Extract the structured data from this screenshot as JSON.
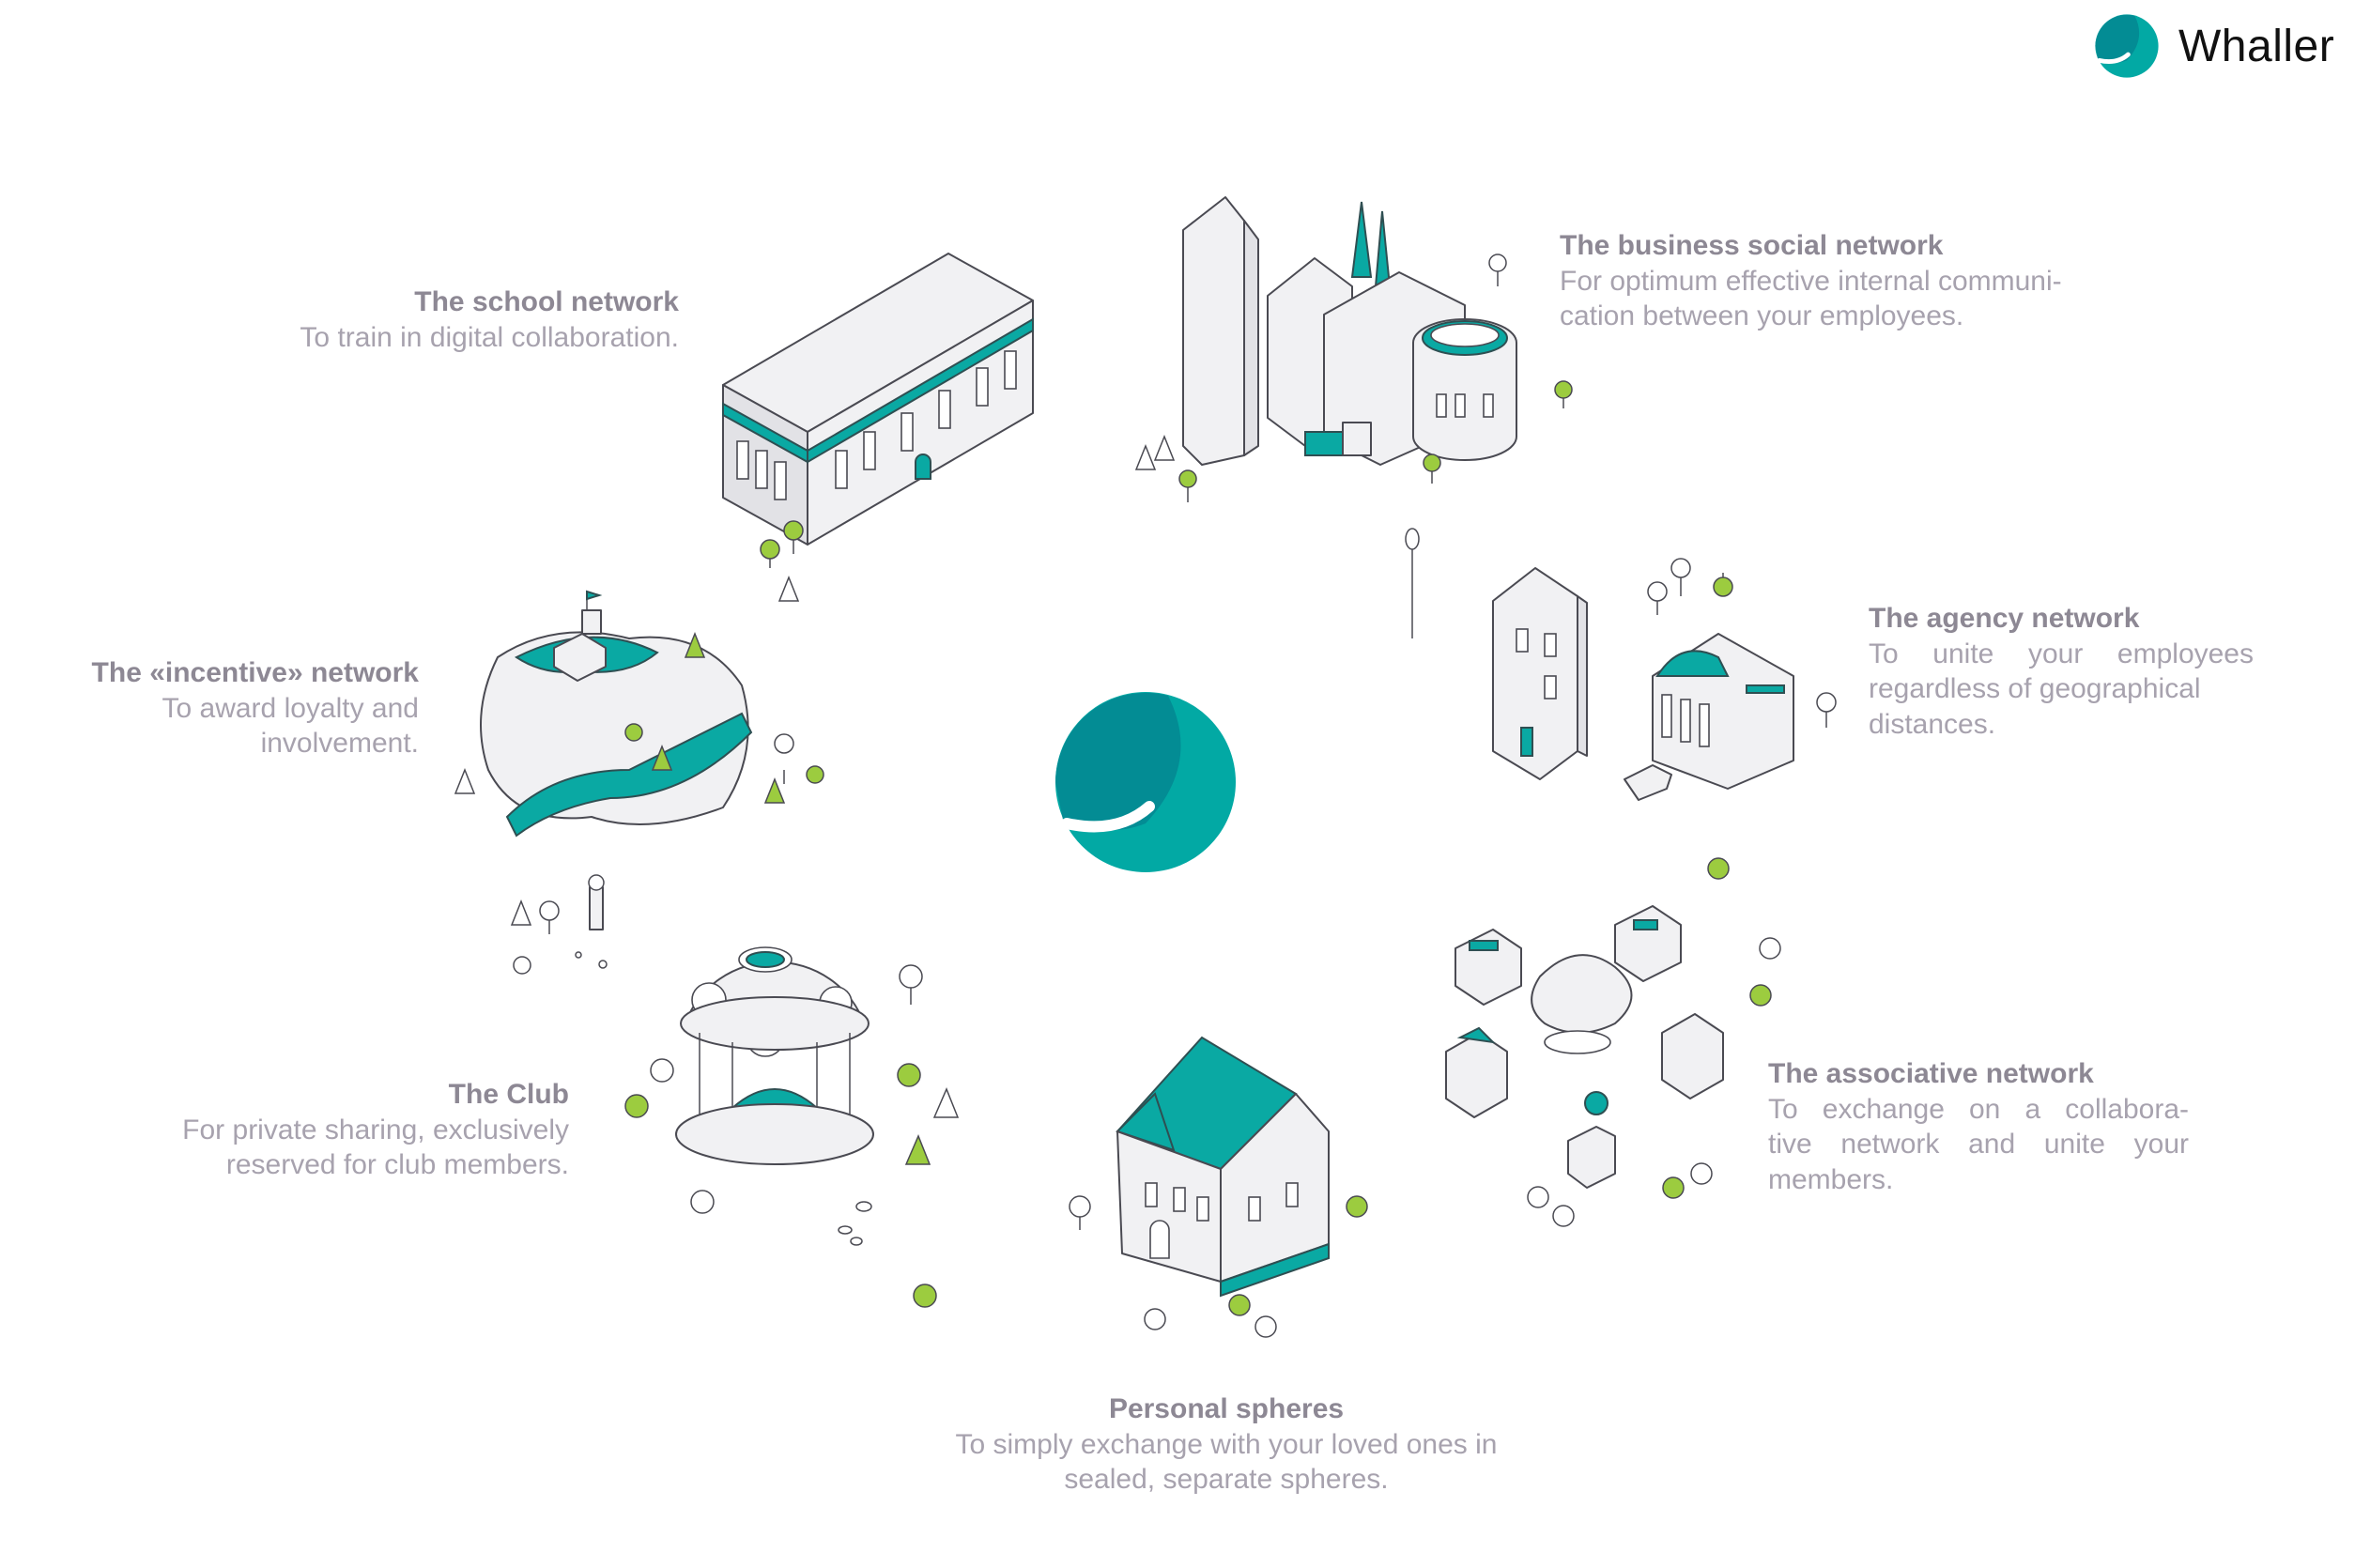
{
  "brand": {
    "name": "Whaller",
    "accent": "#02a9a4",
    "accent_dark": "#038c94"
  },
  "networks": {
    "school": {
      "title": "The school network",
      "lines": [
        "To train in digital collaboration."
      ]
    },
    "business": {
      "title": "The business social network",
      "lines": [
        "For optimum effective internal communi-",
        "cation between your employees."
      ]
    },
    "agency": {
      "title": "The agency network",
      "lines": [
        "To unite your employees",
        "regardless of geographical",
        "distances."
      ]
    },
    "incentive": {
      "title": "The «incentive» network",
      "lines": [
        "To award loyalty and",
        "involvement."
      ]
    },
    "club": {
      "title": "The Club",
      "lines": [
        "For private sharing, exclusively",
        "reserved for club members."
      ]
    },
    "associative": {
      "title": "The associative network",
      "lines": [
        "To exchange on a collabora-",
        "tive network and unite your",
        "members."
      ]
    },
    "personal": {
      "title": "Personal spheres",
      "lines": [
        "To simply exchange with your loved ones in",
        "sealed, separate spheres."
      ]
    }
  }
}
